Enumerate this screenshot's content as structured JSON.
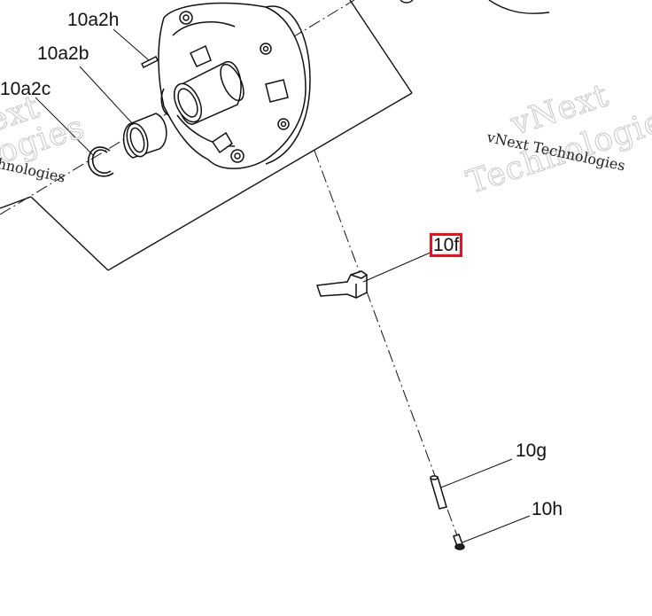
{
  "labels": {
    "p_10a2h": "10a2h",
    "p_10a2b": "10a2b",
    "p_10a2c": "10a2c",
    "p_10f": "10f",
    "p_10g": "10g",
    "p_10h": "10h"
  },
  "highlighted_label": "10f",
  "highlight_color": "#e8121c",
  "watermark": {
    "company_line": "vNext Technologies",
    "word1": "vNext",
    "word2": "Technologies"
  }
}
